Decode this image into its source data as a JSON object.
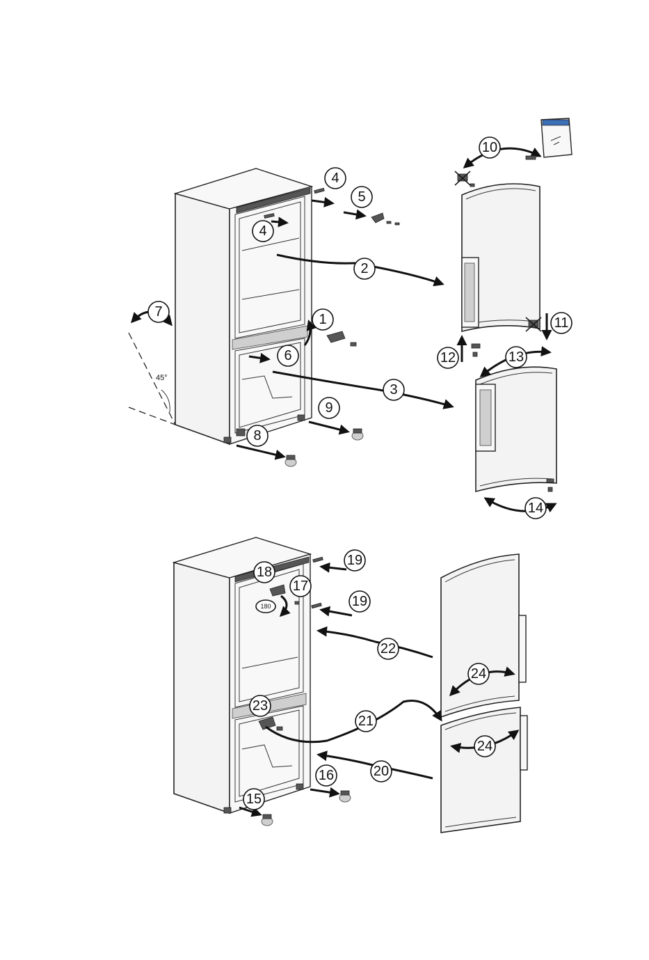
{
  "figure": {
    "callouts": [
      "1",
      "2",
      "3",
      "4",
      "4",
      "5",
      "6",
      "7",
      "8",
      "9",
      "10",
      "11",
      "12",
      "13",
      "14",
      "15",
      "16",
      "17",
      "18",
      "19",
      "19",
      "20",
      "21",
      "22",
      "23",
      "24",
      "24"
    ],
    "angle_label": "45°",
    "rotation_label": "180"
  }
}
